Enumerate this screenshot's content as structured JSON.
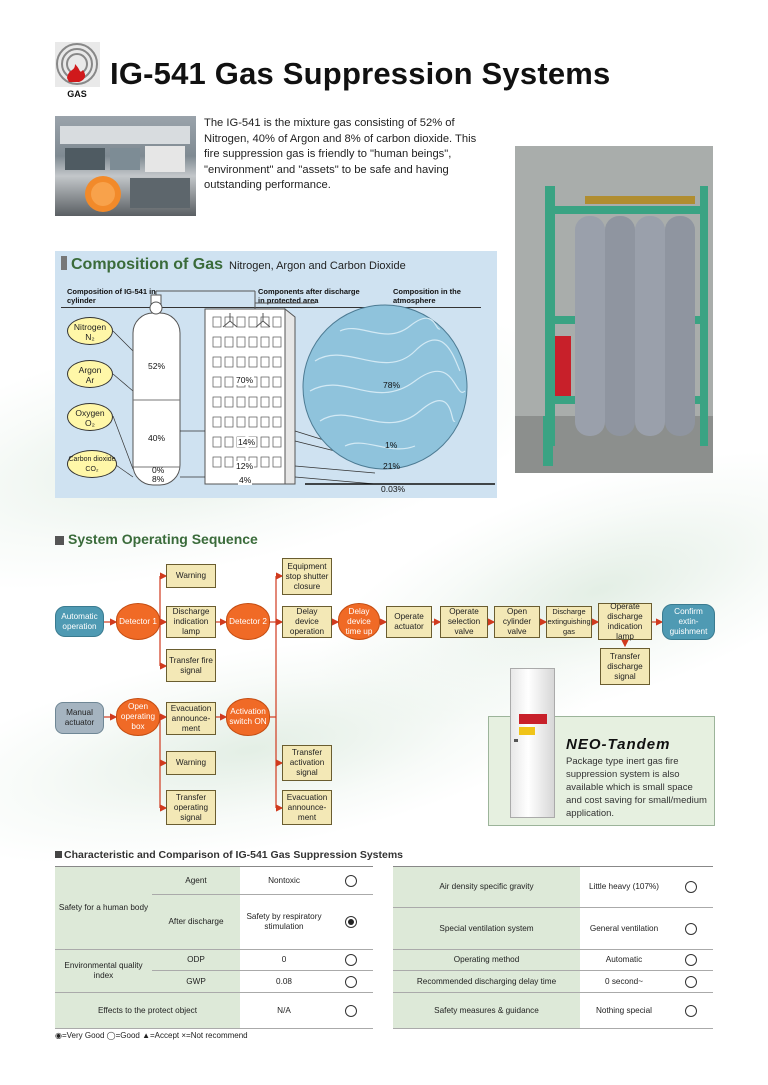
{
  "header": {
    "logo_label": "GAS",
    "title": "IG-541 Gas Suppression Systems"
  },
  "intro": "The IG-541 is the mixture gas consisting of 52% of Nitrogen, 40% of Argon and 8% of carbon dioxide. This fire suppression gas is friendly to \"human beings\", \"environment\" and \"assets\" to be safe and having outstanding performance.",
  "composition": {
    "title": "Composition of Gas",
    "subtitle": "Nitrogen, Argon and Carbon Dioxide",
    "head_cylinder": "Composition of IG-541 in cylinder",
    "head_components": "Components after discharge in protected area",
    "head_atmosphere": "Composition in the atmosphere",
    "gases": [
      {
        "name": "Nitrogen",
        "formula": "N₂"
      },
      {
        "name": "Argon",
        "formula": "Ar"
      },
      {
        "name": "Oxygen",
        "formula": "O₂"
      },
      {
        "name": "Carbon dioxide",
        "formula": "CO₂"
      }
    ],
    "cylinder": {
      "nitrogen": "52%",
      "argon": "40%",
      "oxygen": "0%",
      "co2": "8%"
    },
    "area": {
      "nitrogen": "70%",
      "argon": "14%",
      "oxygen": "12%",
      "co2": "4%"
    },
    "atmosphere": {
      "nitrogen": "78%",
      "argon": "1%",
      "oxygen": "21%",
      "co2": "0.03%"
    }
  },
  "sequence": {
    "title": "System Operating Sequence",
    "automatic_operation": "Automatic operation",
    "detector1": "Detector 1",
    "detector2": "Detector 2",
    "warning": "Warning",
    "discharge_indication": "Discharge indication lamp",
    "transfer_fire": "Transfer fire signal",
    "equipment_stop": "Equipment stop shutter closure",
    "delay_device_operation": "Delay device operation",
    "delay_device_timeup": "Delay device time up",
    "operate_actuator": "Operate actuator",
    "operate_selection": "Operate selection valve",
    "open_cylinder": "Open cylinder valve",
    "discharge_gas": "Discharge extinguishing gas",
    "operate_discharge_lamp": "Operate discharge indication lamp",
    "confirm": "Confirm extin-guishment",
    "transfer_discharge": "Transfer discharge signal",
    "manual_actuator": "Manual actuator",
    "open_operating_box": "Open operating box",
    "evacuation_announcement": "Evacuation announce-ment",
    "activation_switch": "Activation switch ON",
    "warning2": "Warning",
    "transfer_operating": "Transfer operating signal",
    "transfer_activation": "Transfer activation signal",
    "evacuation_announcement2": "Evacuation announce-ment"
  },
  "neo": {
    "title": "NEO-Tandem",
    "text": "Package type inert gas fire suppression system is also available which is small space and cost saving for small/medium application."
  },
  "table": {
    "title": "Characteristic and Comparison of IG-541 Gas Suppression Systems",
    "left": {
      "safety_label": "Safety for a human body",
      "agent_label": "Agent",
      "agent_value": "Nontoxic",
      "after_label": "After discharge",
      "after_value": "Safety by respiratory stimulation",
      "env_label": "Environmental quality index",
      "odp_label": "ODP",
      "odp_value": "0",
      "gwp_label": "GWP",
      "gwp_value": "0.08",
      "effects_label": "Effects to the protect object",
      "effects_value": "N/A"
    },
    "right": {
      "air_density_label": "Air density specific gravity",
      "air_density_value": "Little heavy (107%)",
      "ventilation_label": "Special ventilation system",
      "ventilation_value": "General ventilation",
      "method_label": "Operating method",
      "method_value": "Automatic",
      "delay_label": "Recommended discharging delay time",
      "delay_value": "0 second~",
      "safety_label": "Safety measures & guidance",
      "safety_value": "Nothing special"
    },
    "legend": "◉=Very Good ◯=Good ▲=Accept ×=Not recommend"
  }
}
